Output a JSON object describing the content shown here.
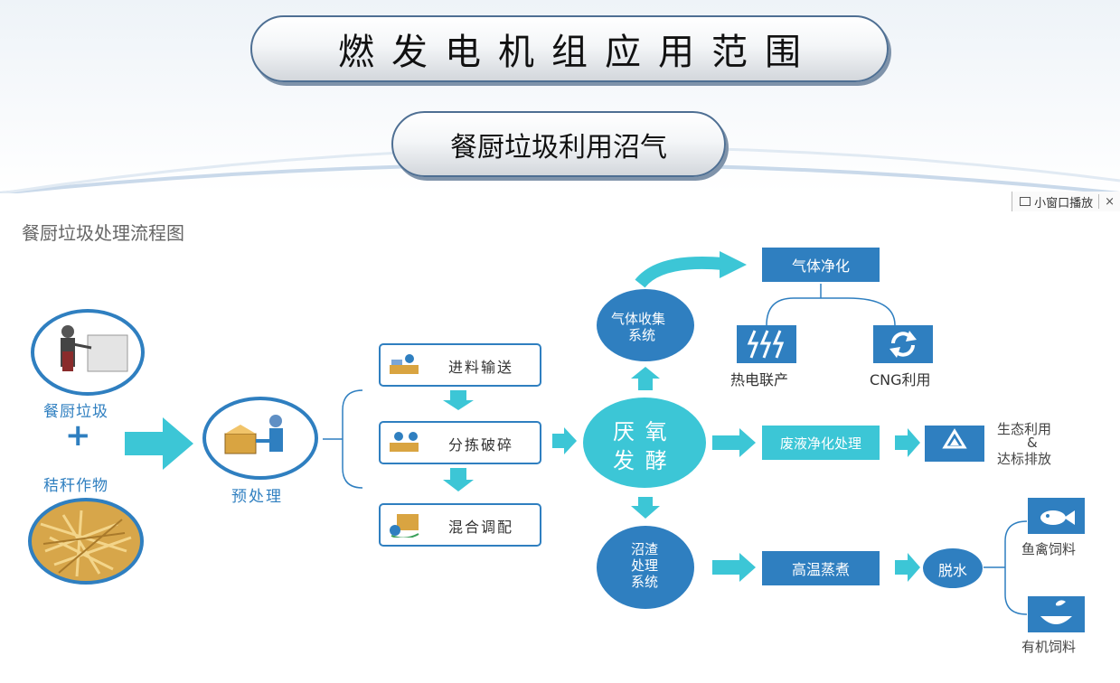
{
  "header": {
    "title": "燃发电机组应用范围",
    "subtitle": "餐厨垃圾利用沼气"
  },
  "toolbar": {
    "mini_window_label": "小窗口播放",
    "close_glyph": "×"
  },
  "diagram": {
    "heading": "餐厨垃圾处理流程图",
    "inputs": {
      "kitchen_waste": "餐厨垃圾",
      "plus": "+",
      "straw": "秸秆作物"
    },
    "pretreatment": "预处理",
    "steps": [
      "进料输送",
      "分拣破碎",
      "混合调配"
    ],
    "digestion": [
      "厌 氧",
      "发 酵"
    ],
    "gas_collection": [
      "气体收集",
      "系统"
    ],
    "gas_purification": "气体净化",
    "cogeneration": "热电联产",
    "cng": "CNG利用",
    "wastewater": "废液净化处理",
    "eco_use": [
      "生态利用",
      "&",
      "达标排放"
    ],
    "residue": [
      "沼渣",
      "处理",
      "系统"
    ],
    "steaming": "高温蒸煮",
    "dehydration": "脱水",
    "fish_feed": "鱼禽饲料",
    "organic_feed": "有机饲料"
  },
  "colors": {
    "primary_blue": "#2f7fc0",
    "arrow_teal": "#3cc6d6",
    "text_gray": "#666666",
    "label_blue": "#2f7fc0"
  }
}
